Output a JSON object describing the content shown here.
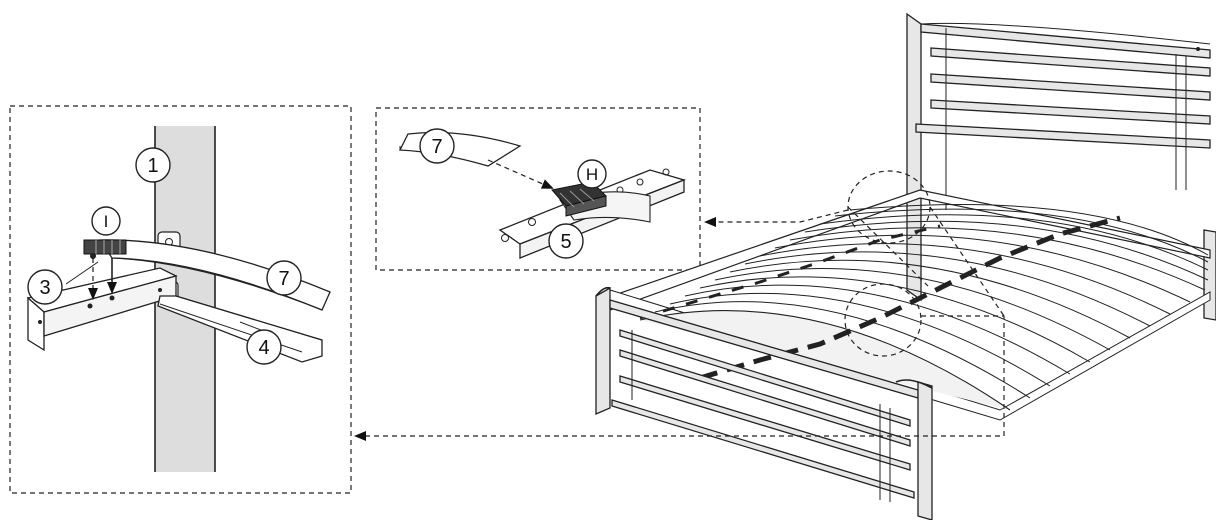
{
  "callouts": {
    "post": "1",
    "side_rail": "3",
    "center_rail": "4",
    "slat_left": "7",
    "slat_top": "7",
    "center_strip": "5",
    "slat_holder_left": "I",
    "slat_holder_top": "H"
  },
  "colors": {
    "line": "#222222",
    "panel_fill": "#dddddd",
    "metal": "#e7e7e7",
    "background": "#ffffff"
  },
  "icons": [
    "arrow-left-icon",
    "dashed-circle-icon"
  ]
}
